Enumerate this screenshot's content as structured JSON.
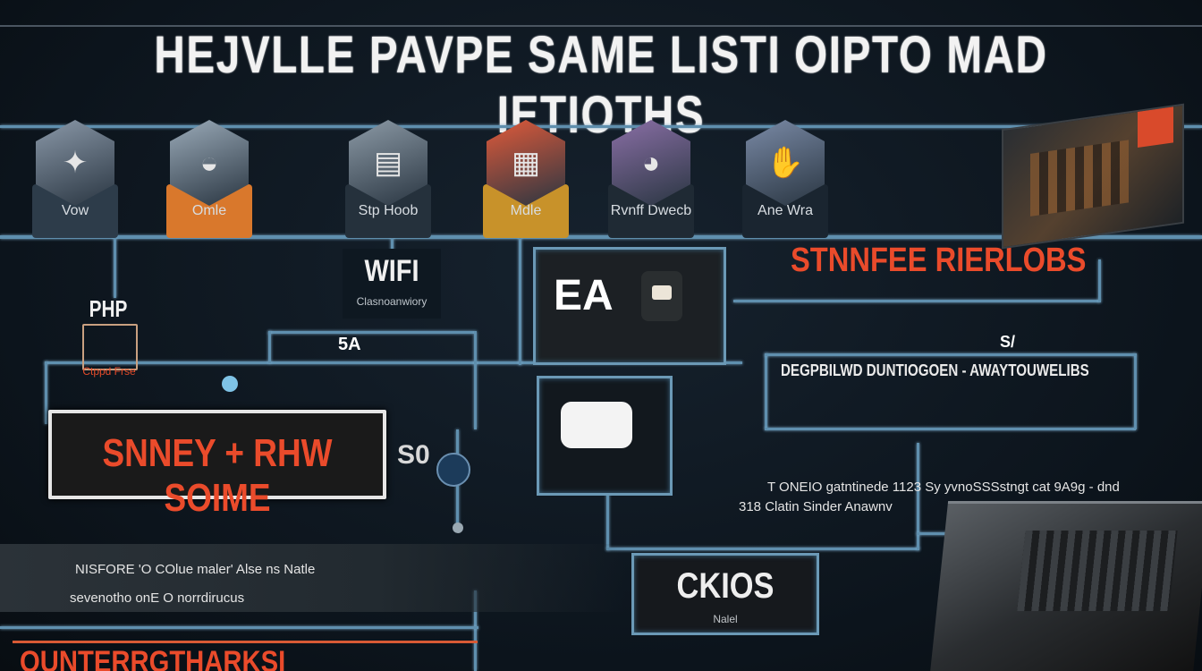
{
  "title": "HEJVLLE PAVPE SAME LISTI OIPTO MAD IETIOTHS",
  "hex_nodes": [
    {
      "label": "Vow",
      "icon": "controller-icon",
      "color": "#8a98a8",
      "chip": "#2d3c4a"
    },
    {
      "label": "Omle",
      "icon": "toy-icon",
      "color": "#9aaab8",
      "chip": "#d9782c"
    },
    {
      "label": "Stp Hoob",
      "icon": "screen-icon",
      "color": "#8c9aa6",
      "chip": "#25313c"
    },
    {
      "label": "Mdle",
      "icon": "window-icon",
      "color": "#e05a3a",
      "chip": "#c8922a"
    },
    {
      "label": "Rvnff Dwecb",
      "icon": "face-icon",
      "color": "#8a6fa6",
      "chip": "#1f2a34"
    },
    {
      "label": "Ane Wra",
      "icon": "hand-icon",
      "color": "#7a8aa6",
      "chip": "#1a2530"
    }
  ],
  "wifi_label": "WIFI",
  "wifi_sub": "Clasnoanwiory",
  "php_label": "PHP",
  "php_sub": "Ctppd Frse",
  "num_label": "5A",
  "ea_label": "EA",
  "stnfee_label": "STNNFEE RIERLOBS",
  "desc_label": "DEGPBILWD DUNTIOGOEN - AWAYTOUWELIBS",
  "small_mark": "S/",
  "orange_box_label": "SNNEY + RHW SOIME",
  "orange_box_side": "S0",
  "right_text_1": "T ONEIO gatntinede 1123  Sy yvnoSSSstngt cat 9A9g - dnd",
  "right_text_2": "318  Clatin Sinder Anawnv",
  "left_text_1": "NISFORE 'O COlue maler' Alse ns Natle",
  "left_text_2": "sevenotho onE O norrdirucus",
  "bottom_box_label": "CKIOS",
  "bottom_box_sub": "Nalel",
  "bottom_orange": "OUNTERRGTHARKSI"
}
